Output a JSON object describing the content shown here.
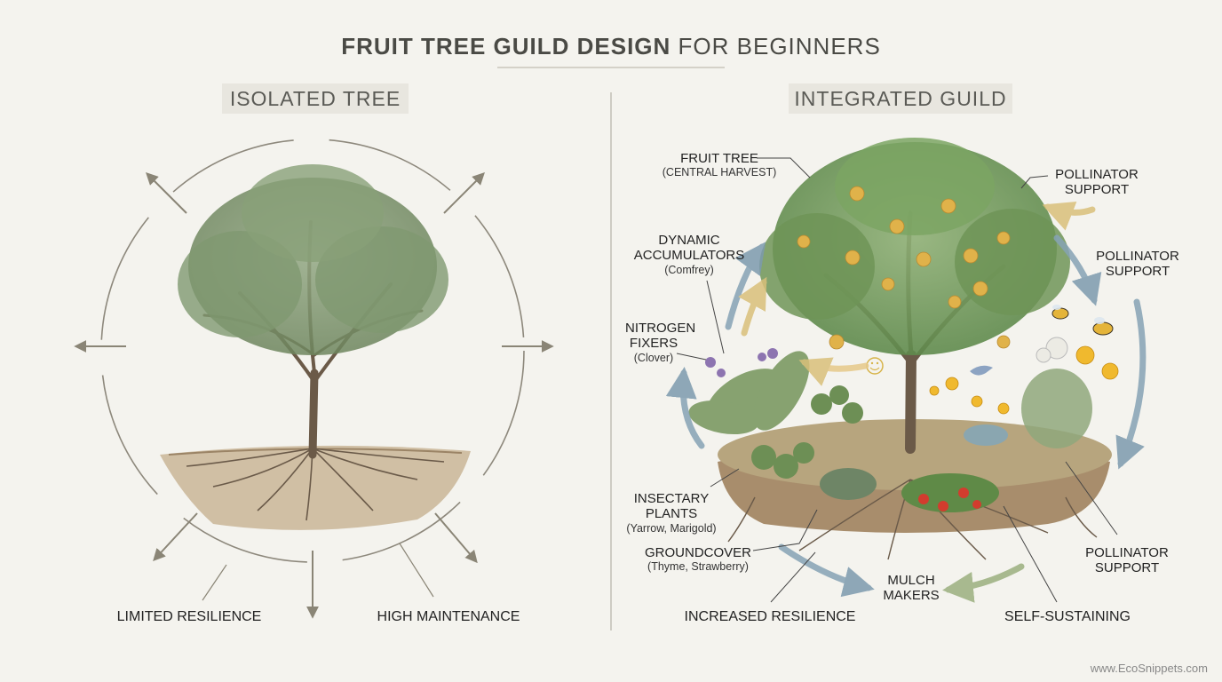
{
  "title": {
    "bold": "FRUIT TREE GUILD DESIGN",
    "rest": " FOR BEGINNERS"
  },
  "left_panel": {
    "heading": "ISOLATED TREE",
    "labels": [
      "LIMITED RESILIENCE",
      "HIGH MAINTENANCE"
    ]
  },
  "right_panel": {
    "heading": "INTEGRATED GUILD",
    "callouts": {
      "fruit_tree": {
        "title": "FRUIT TREE",
        "sub": "(CENTRAL HARVEST)"
      },
      "pollinator_1": {
        "title": "POLLINATOR\nSUPPORT"
      },
      "pollinator_2": {
        "title": "POLLINATOR\nSUPPORT"
      },
      "pollinator_3": {
        "title": "POLLINATOR\nSUPPORT"
      },
      "dynamic": {
        "title": "DYNAMIC\nACCUMULATORS",
        "sub": "(Comfrey)"
      },
      "nitrogen": {
        "title": "NITROGEN\nFIXERS",
        "sub": "(Clover)"
      },
      "insectary": {
        "title": "INSECTARY\nPLANTS",
        "sub": "(Yarrow, Marigold)"
      },
      "groundcover": {
        "title": "GROUNDCOVER",
        "sub": "(Thyme, Strawberry)"
      },
      "mulch": {
        "title": "MULCH\nMAKERS"
      }
    },
    "labels": [
      "INCREASED RESILIENCE",
      "SELF-SUSTAINING"
    ]
  },
  "credit": "www.EcoSnippets.com",
  "colors": {
    "background": "#f4f3ee",
    "leaf": "#6f8a5a",
    "trunk": "#6b5a48",
    "soil": "#b49a78",
    "arrow_blue": "#86a3b5",
    "arrow_green": "#a3b58a",
    "fruit": "#e0b24a"
  }
}
